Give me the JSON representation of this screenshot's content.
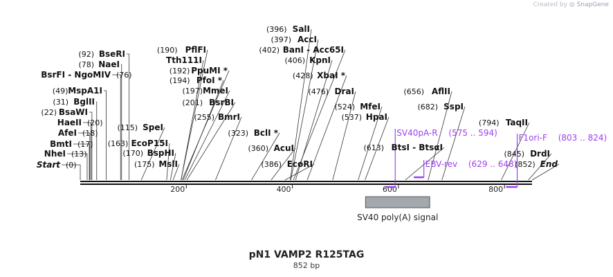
{
  "watermark": {
    "prefix": "Created by",
    "brand": "SnapGene"
  },
  "plasmid": {
    "name": "pN1 VAMP2 R125TAG",
    "length_text": "852 bp",
    "length": 852
  },
  "ruler": {
    "ticks": [
      200,
      400,
      600,
      800
    ]
  },
  "features": [
    {
      "name": "SV40 poly(A) signal",
      "start": 538,
      "end": 659,
      "color": "#a3a7ae"
    }
  ],
  "primers": [
    {
      "name": "SV40pA-R",
      "range": "(575 .. 594)",
      "start": 575,
      "end": 594,
      "color": "#9b3ff0"
    },
    {
      "name": "EBV-rev",
      "range": "(629 .. 648)",
      "start": 629,
      "end": 648,
      "color": "#9b3ff0"
    },
    {
      "name": "F1ori-F",
      "range": "(803 .. 824)",
      "start": 803,
      "end": 824,
      "color": "#9b3ff0"
    }
  ],
  "sites": [
    {
      "name": "Start",
      "pos": "(0)",
      "bp": 0,
      "italic": true
    },
    {
      "name": "NheI",
      "pos": "(13)",
      "bp": 13
    },
    {
      "name": "BmtI",
      "pos": "(17)",
      "bp": 17
    },
    {
      "name": "AfeI",
      "pos": "(18)",
      "bp": 18
    },
    {
      "name": "HaeII",
      "pos": "(20)",
      "bp": 20
    },
    {
      "name": "BsaWI",
      "pos": "(22)",
      "bp": 22
    },
    {
      "name": "BglII",
      "pos": "(31)",
      "bp": 31
    },
    {
      "name": "MspA1I",
      "pos": "(49)",
      "bp": 49
    },
    {
      "name": "BsrFI - NgoMIV",
      "pos": "(76)",
      "bp": 76
    },
    {
      "name": "NaeI",
      "pos": "(78)",
      "bp": 78
    },
    {
      "name": "BseRI",
      "pos": "(92)",
      "bp": 92
    },
    {
      "name": "SpeI",
      "pos": "(115)",
      "bp": 115
    },
    {
      "name": "EcoP15I",
      "pos": "(163)",
      "bp": 163
    },
    {
      "name": "BspHI",
      "pos": "(170)",
      "bp": 170
    },
    {
      "name": "MslI",
      "pos": "(175)",
      "bp": 175
    },
    {
      "name": "PflFI",
      "pos": "(190)",
      "bp": 190
    },
    {
      "name": "Tth111I",
      "pos": "",
      "bp": 190
    },
    {
      "name": "PpuMI *",
      "pos": "(192)",
      "bp": 192
    },
    {
      "name": "PfoI *",
      "pos": "(194)",
      "bp": 194
    },
    {
      "name": "MmeI",
      "pos": "(197)",
      "bp": 197
    },
    {
      "name": "BsrBI",
      "pos": "(201)",
      "bp": 201
    },
    {
      "name": "BmrI",
      "pos": "(255)",
      "bp": 255
    },
    {
      "name": "BclI *",
      "pos": "(323)",
      "bp": 323
    },
    {
      "name": "AcuI",
      "pos": "(360)",
      "bp": 360
    },
    {
      "name": "EcoRI",
      "pos": "(386)",
      "bp": 386
    },
    {
      "name": "SalI",
      "pos": "(396)",
      "bp": 396
    },
    {
      "name": "AccI",
      "pos": "(397)",
      "bp": 397
    },
    {
      "name": "BanI - Acc65I",
      "pos": "(402)",
      "bp": 402
    },
    {
      "name": "KpnI",
      "pos": "(406)",
      "bp": 406
    },
    {
      "name": "XbaI *",
      "pos": "(428)",
      "bp": 428
    },
    {
      "name": "DraI",
      "pos": "(476)",
      "bp": 476
    },
    {
      "name": "MfeI",
      "pos": "(524)",
      "bp": 524
    },
    {
      "name": "HpaI",
      "pos": "(537)",
      "bp": 537
    },
    {
      "name": "BtsI - BtsαI",
      "pos": "(613)",
      "bp": 613
    },
    {
      "name": "AflII",
      "pos": "(656)",
      "bp": 656
    },
    {
      "name": "SspI",
      "pos": "(682)",
      "bp": 682
    },
    {
      "name": "TaqII",
      "pos": "(794)",
      "bp": 794
    },
    {
      "name": "DrdI",
      "pos": "(845)",
      "bp": 845
    },
    {
      "name": "End",
      "pos": "(852)",
      "bp": 852,
      "italic": true
    }
  ]
}
